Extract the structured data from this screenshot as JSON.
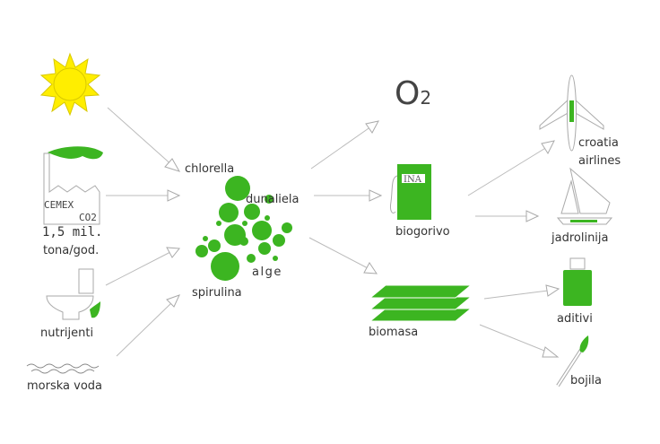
{
  "colors": {
    "green": "#3cb521",
    "sun": "#ffee00"
  },
  "sources": {
    "factory_brand": "CEMEX",
    "factory_gas": "CO2",
    "factory_amount": "1,5 mil.",
    "factory_unit": "tona/god.",
    "nutrients": "nutrijenti",
    "seawater": "morska voda"
  },
  "algae": {
    "chlorella": "chlorella",
    "dunaliela": "dunaliela",
    "alge": "alge",
    "spirulina": "spirulina"
  },
  "products": {
    "oxygen": "O",
    "oxygen_sub": "2",
    "pump_brand": "INA",
    "biofuel": "biogorivo",
    "biomass": "biomasa"
  },
  "uses": {
    "airline_1": "croatia",
    "airline_2": "airlines",
    "ferry": "jadrolinija",
    "additives": "aditivi",
    "dyes": "bojila"
  }
}
